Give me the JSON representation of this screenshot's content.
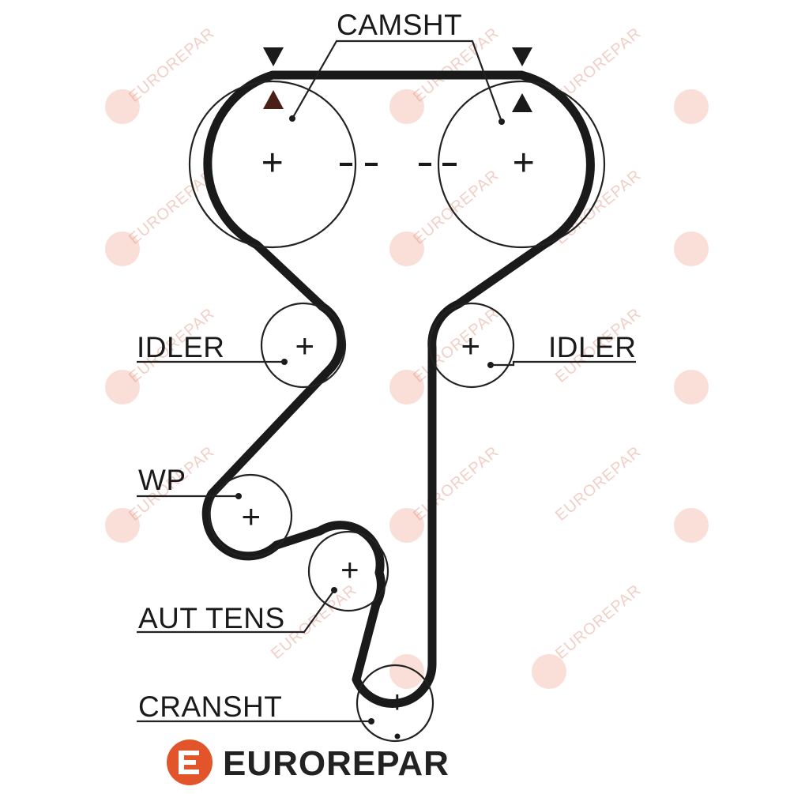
{
  "labels": {
    "camshaft": "CAMSHT",
    "idler_left": "IDLER",
    "idler_right": "IDLER",
    "water_pump": "WP",
    "auto_tensioner": "AUT TENS",
    "crankshaft": "CRANSHT"
  },
  "brand": {
    "name": "EUROREPAR",
    "color": "#e2542a"
  },
  "watermark": {
    "text": "EUROREPAR",
    "color": "#f1b9a6"
  },
  "pulley_marks": {
    "plus": "+",
    "minus": "-"
  },
  "colors": {
    "belt": "#1a1a1a",
    "timing_mark": "#4a1f15",
    "line": "#222222"
  }
}
